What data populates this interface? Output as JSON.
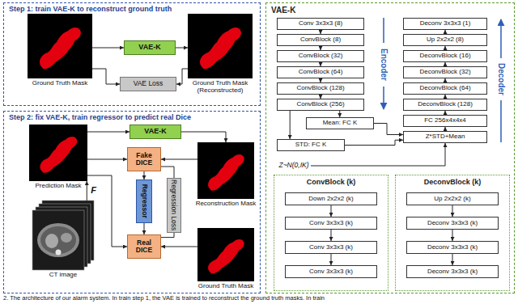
{
  "diagram": {
    "caption": "2. The architecture of our alarm system. In train step 1, the VAE is trained to reconstruct the ground truth masks. In train",
    "nodes": [
      {
        "text": [
          "Step 1: train VAE-K to reconstruct ground truth"
        ]
      },
      {
        "text": [
          "Ground Truth Mask"
        ],
        "in": 0
      },
      {
        "text": [
          "VAE-K"
        ],
        "in": 0
      },
      {
        "text": [
          "Ground Truth Mask (Reconstructed)"
        ],
        "in": 0
      },
      {
        "text": [
          "VAE Loss"
        ],
        "in": 0
      },
      {
        "text": [
          "Step 2: fix VAE-K, train regressor to predict real Dice"
        ]
      },
      {
        "text": [
          "Prediction Mask"
        ],
        "in": 5
      },
      {
        "text": [
          "VAE-K"
        ],
        "in": 5
      },
      {
        "text": [
          "Reconstruction Mask"
        ],
        "in": 5
      },
      {
        "text": [
          "Fake DICE"
        ],
        "in": 5
      },
      {
        "text": [
          "Regressor"
        ],
        "in": 5
      },
      {
        "text": [
          "Regression Loss"
        ],
        "in": 5
      },
      {
        "text": [
          "Real DICE"
        ],
        "in": 5
      },
      {
        "text": [
          "CT image"
        ],
        "in": 5
      },
      {
        "text": [
          "Ground Truth Mask"
        ],
        "in": 5
      },
      {
        "text": [
          "VAE-K"
        ]
      },
      {
        "text": [
          "Conv 3x3x3 (8)"
        ],
        "in": 15
      },
      {
        "text": [
          "ConvBlock (8)"
        ],
        "in": 15
      },
      {
        "text": [
          "ConvBlock (32)"
        ],
        "in": 15
      },
      {
        "text": [
          "ConvBlock (64)"
        ],
        "in": 15
      },
      {
        "text": [
          "ConvBlock (128)"
        ],
        "in": 15
      },
      {
        "text": [
          "ConvBlock (256)"
        ],
        "in": 15
      },
      {
        "text": [
          "Deconv 3x3x3 (1)"
        ],
        "in": 15
      },
      {
        "text": [
          "Up 2x2x2 (8)"
        ],
        "in": 15
      },
      {
        "text": [
          "DeconvBlock (16)"
        ],
        "in": 15
      },
      {
        "text": [
          "DeconvBlock (32)"
        ],
        "in": 15
      },
      {
        "text": [
          "DeconvBlock (64)"
        ],
        "in": 15
      },
      {
        "text": [
          "DeconvBlock (128)"
        ],
        "in": 15
      },
      {
        "text": [
          "FC 256x4x4x4"
        ],
        "in": 15
      },
      {
        "text": [
          "Z*STD+Mean"
        ],
        "in": 15
      },
      {
        "text": [
          "Mean: FC K"
        ],
        "in": 15
      },
      {
        "text": [
          "STD: FC K"
        ],
        "in": 15
      },
      {
        "text": [
          "Z~N(0,IK)"
        ],
        "in": 15
      },
      {
        "text": [
          "ConvBlock (k)"
        ],
        "in": 15
      },
      {
        "text": [
          "Down 2x2x2 (k)"
        ],
        "in": 33
      },
      {
        "text": [
          "Conv 3x3x3 (k)"
        ],
        "in": 33
      },
      {
        "text": [
          "Conv 3x3x3 (k)"
        ],
        "in": 33
      },
      {
        "text": [
          "Conv 3x3x3 (k)"
        ],
        "in": 33
      },
      {
        "text": [
          "DeconvBlock (k)"
        ],
        "in": 15
      },
      {
        "text": [
          "Up 2x2x2 (k)"
        ],
        "in": 38
      },
      {
        "text": [
          "Deconv 3x3x3 (k)"
        ],
        "in": 38
      },
      {
        "text": [
          "Deconv 3x3x3 (k)"
        ],
        "in": 38
      },
      {
        "text": [
          "Deconv 3x3x3 (k)"
        ],
        "in": 38
      }
    ],
    "edges": [
      {
        "from": 1,
        "to": 2,
        "arrow": "to"
      },
      {
        "from": 2,
        "to": 3,
        "arrow": "to"
      },
      {
        "from": 1,
        "to": 4,
        "arrow": "to"
      },
      {
        "from": 3,
        "to": 4,
        "arrow": "to"
      },
      {
        "from": 6,
        "to": 7,
        "arrow": "to"
      },
      {
        "from": 7,
        "to": 8,
        "arrow": "to"
      },
      {
        "from": 6,
        "to": 9,
        "arrow": "to"
      },
      {
        "from": 8,
        "to": 9,
        "arrow": "to"
      },
      {
        "from": 9,
        "to": 10,
        "arrow": "to"
      },
      {
        "from": 10,
        "to": 12,
        "arrow": "to"
      },
      {
        "from": 6,
        "to": 12,
        "arrow": "to"
      },
      {
        "from": 14,
        "to": 12,
        "arrow": "to"
      },
      {
        "from": 9,
        "to": 11,
        "arrow": "none"
      },
      {
        "from": 12,
        "to": 11,
        "arrow": "none"
      },
      {
        "from": 13,
        "to": 6,
        "label": "F",
        "arrow": "to"
      },
      {
        "from": 16,
        "to": 17,
        "arrow": "to"
      },
      {
        "from": 17,
        "to": 18,
        "arrow": "to"
      },
      {
        "from": 18,
        "to": 19,
        "arrow": "to"
      },
      {
        "from": 19,
        "to": 20,
        "arrow": "to"
      },
      {
        "from": 20,
        "to": 21,
        "arrow": "to"
      },
      {
        "from": 21,
        "to": 30,
        "arrow": "to"
      },
      {
        "from": 21,
        "to": 31,
        "arrow": "to"
      },
      {
        "from": 30,
        "to": 29,
        "arrow": "to"
      },
      {
        "from": 31,
        "to": 29,
        "arrow": "to"
      },
      {
        "from": 32,
        "to": 29,
        "arrow": "to"
      },
      {
        "from": 29,
        "to": 28,
        "arrow": "to"
      },
      {
        "from": 28,
        "to": 27,
        "arrow": "to"
      },
      {
        "from": 27,
        "to": 26,
        "arrow": "to"
      },
      {
        "from": 26,
        "to": 25,
        "arrow": "to"
      },
      {
        "from": 25,
        "to": 24,
        "arrow": "to"
      },
      {
        "from": 24,
        "to": 23,
        "arrow": "to"
      },
      {
        "from": 23,
        "to": 22,
        "arrow": "to"
      },
      {
        "from": 34,
        "to": 35,
        "arrow": "to"
      },
      {
        "from": 35,
        "to": 36,
        "arrow": "to"
      },
      {
        "from": 36,
        "to": 37,
        "arrow": "to"
      },
      {
        "from": 39,
        "to": 40,
        "arrow": "to"
      },
      {
        "from": 40,
        "to": 41,
        "arrow": "to"
      },
      {
        "from": 41,
        "to": 42,
        "arrow": "to"
      }
    ],
    "labels": [
      "Encoder",
      "Decoder"
    ]
  }
}
